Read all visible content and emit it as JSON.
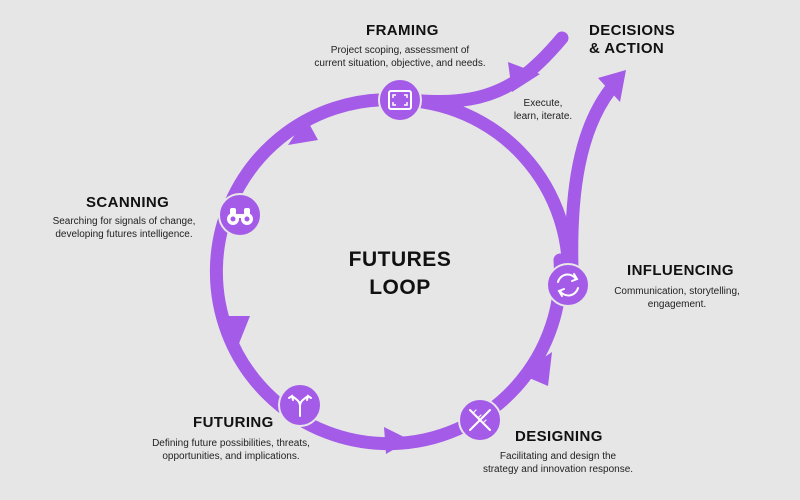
{
  "center": {
    "line1": "FUTURES",
    "line2": "LOOP"
  },
  "colors": {
    "loop": "#a45be8",
    "background": "#e6e6e6",
    "text": "#111111",
    "icon_fill": "#ffffff"
  },
  "stages": {
    "framing": {
      "title": "FRAMING",
      "desc1": "Project scoping, assessment of",
      "desc2": "current situation, objective, and needs.",
      "icon": "frame-icon"
    },
    "scanning": {
      "title": "SCANNING",
      "desc1": "Searching for signals of change,",
      "desc2": "developing futures intelligence.",
      "icon": "binoculars-icon"
    },
    "futuring": {
      "title": "FUTURING",
      "desc1": "Defining future possibilities, threats,",
      "desc2": "opportunities, and implications.",
      "icon": "branch-arrows-icon"
    },
    "designing": {
      "title": "DESIGNING",
      "desc1": "Facilitating and design the",
      "desc2": "strategy and innovation response.",
      "icon": "ruler-pencil-icon"
    },
    "influencing": {
      "title": "INFLUENCING",
      "desc1": "Communication, storytelling,",
      "desc2": "engagement.",
      "icon": "refresh-icon"
    },
    "decisions": {
      "title1": "DECISIONS",
      "title2": "& ACTION",
      "desc1": "Execute,",
      "desc2": "learn, iterate."
    }
  }
}
